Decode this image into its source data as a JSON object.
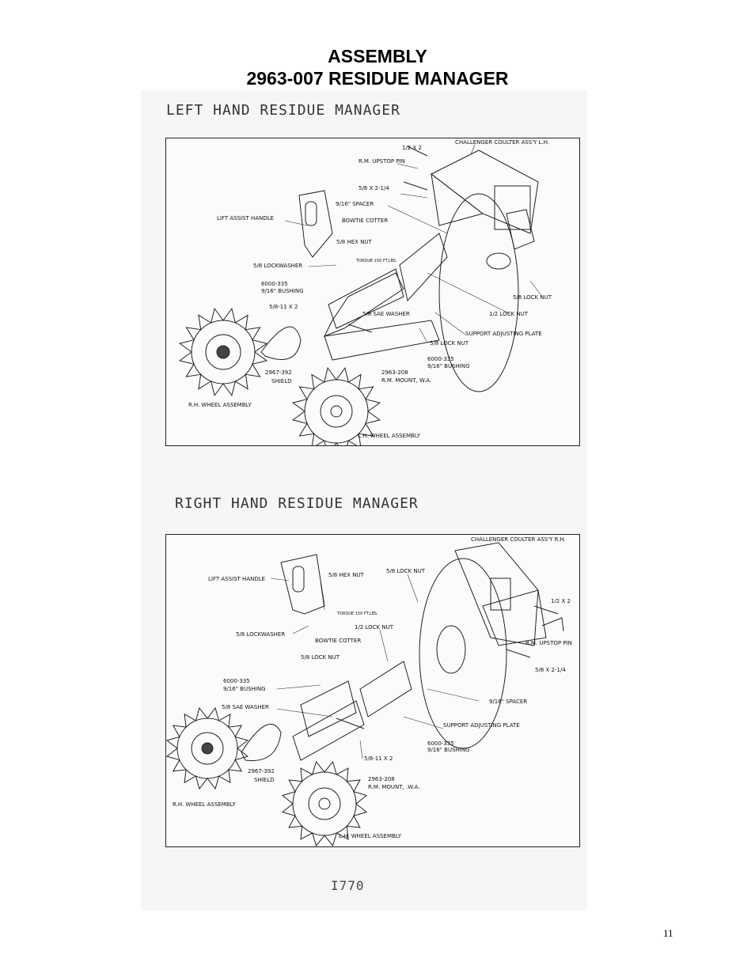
{
  "header": {
    "title_line1": "ASSEMBLY",
    "title_line2": "2963-007 RESIDUE MANAGER"
  },
  "left_diagram": {
    "section_title": "LEFT HAND RESIDUE MANAGER",
    "labels": {
      "half_x_2": "1/2 X 2",
      "challenger_coulter": "CHALLENGER COULTER ASS'Y L.H.",
      "rm_upstop_pin": "R.M. UPSTOP PIN",
      "five_eighths_x_2_quarter": "5/8 X 2-1/4",
      "spacer": "9/16\" SPACER",
      "lift_assist_handle": "LIFT ASSIST HANDLE",
      "bowtie_cotter": "BOWTIE COTTER",
      "hex_nut": "5/8 HEX NUT",
      "torque": "TORQUE 150 FT.LBS.",
      "lockwasher": "5/8 LOCKWASHER",
      "bushing_part": "6000-335",
      "bushing": "9/16\" BUSHING",
      "bolt_5_8_11_x_2": "5/8-11 X 2",
      "sae_washer": "5/8 SAE WASHER",
      "lock_nut_5_8_a": "5/8 LOCK NUT",
      "lock_nut_half": "1/2 LOCK NUT",
      "support_adjusting_plate": "SUPPORT ADJUSTING PLATE",
      "lock_nut_5_8_b": "5/8 LOCK NUT",
      "bushing_part_2": "6000-335",
      "bushing_2": "9/16\" BUSHING",
      "shield_part": "2967-392",
      "shield": "SHIELD",
      "mount_part": "2963-208",
      "mount": "R.M. MOUNT, W.A.",
      "rh_wheel": "R.H. WHEEL ASSEMBLY",
      "lh_wheel": "L.H. WHEEL ASSEMBLY"
    }
  },
  "right_diagram": {
    "section_title": "RIGHT HAND RESIDUE MANAGER",
    "labels": {
      "challenger_coulter": "CHALLENGER COULTER ASS'Y R.H.",
      "lift_assist_handle": "LIFT ASSIST HANDLE",
      "hex_nut": "5/8 HEX NUT",
      "lock_nut_5_8_top": "5/8 LOCK NUT",
      "torque": "TORQUE 150 FT.LBS.",
      "half_x_2": "1/2 X 2",
      "lock_nut_half": "1/2 LOCK NUT",
      "lockwasher": "5/8 LOCKWASHER",
      "bowtie_cotter": "BOWTIE COTTER",
      "rm_upstop_pin": "R.M. UPSTOP PIN",
      "lock_nut_5_8": "5/8 LOCK NUT",
      "five_eighths_x_2_quarter": "5/8 X 2-1/4",
      "bushing_part": "6000-335",
      "bushing": "9/16\" BUSHING",
      "spacer": "9/16\" SPACER",
      "sae_washer": "5/8 SAE WASHER",
      "support_adjusting_plate": "SUPPORT ADJUSTING PLATE",
      "bushing_part_2": "6000-335",
      "bushing_2": "9/16\" BUSHING",
      "bolt_5_8_11_x_2": "5/8-11 X 2",
      "shield_part": "2967-392",
      "shield": "SHIELD",
      "mount_part": "2963-208",
      "mount": "R.M. MOUNT, .W.A.",
      "rh_wheel": "R.H. WHEEL ASSEMBLY",
      "lh_wheel": "L.H. WHEEL ASSEMBLY"
    }
  },
  "footer": {
    "model": "I770",
    "page_number": "11"
  }
}
